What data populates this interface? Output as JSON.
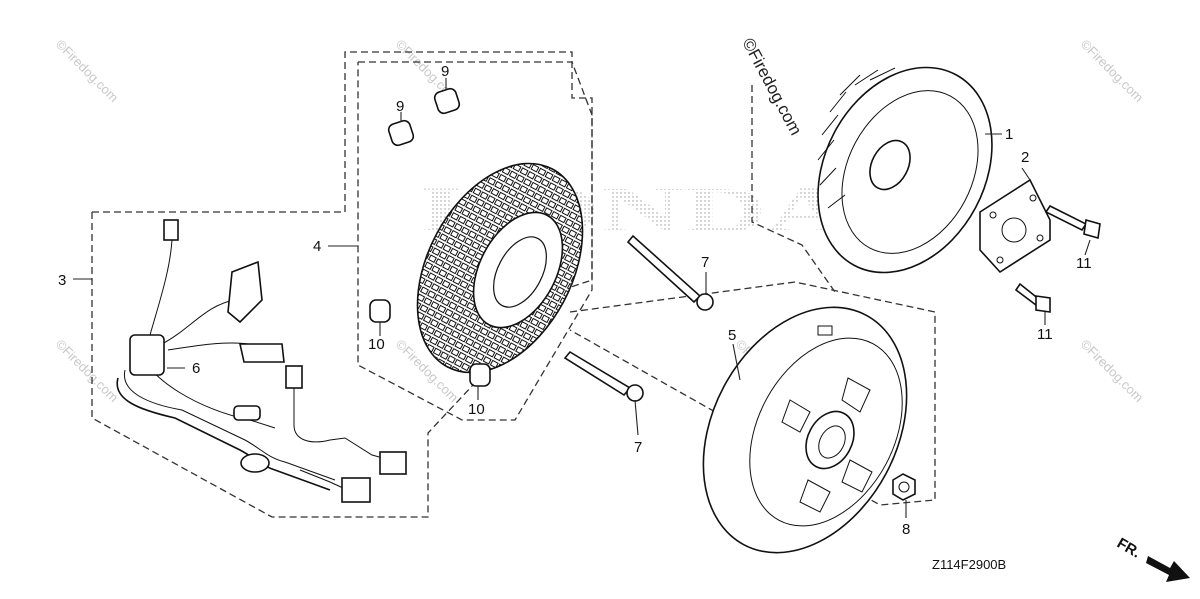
{
  "diagram": {
    "callouts": {
      "c1": "1",
      "c2": "2",
      "c3": "3",
      "c4": "4",
      "c5": "5",
      "c6": "6",
      "c7a": "7",
      "c7b": "7",
      "c8": "8",
      "c9a": "9",
      "c9b": "9",
      "c10a": "10",
      "c10b": "10",
      "c11a": "11",
      "c11b": "11"
    },
    "diagram_code": "Z114F2900B",
    "direction_label": "FR.",
    "watermark_main": "©Firedog.com",
    "watermark_repeat": "©Firedog.com",
    "logo_text": "HONDA"
  }
}
